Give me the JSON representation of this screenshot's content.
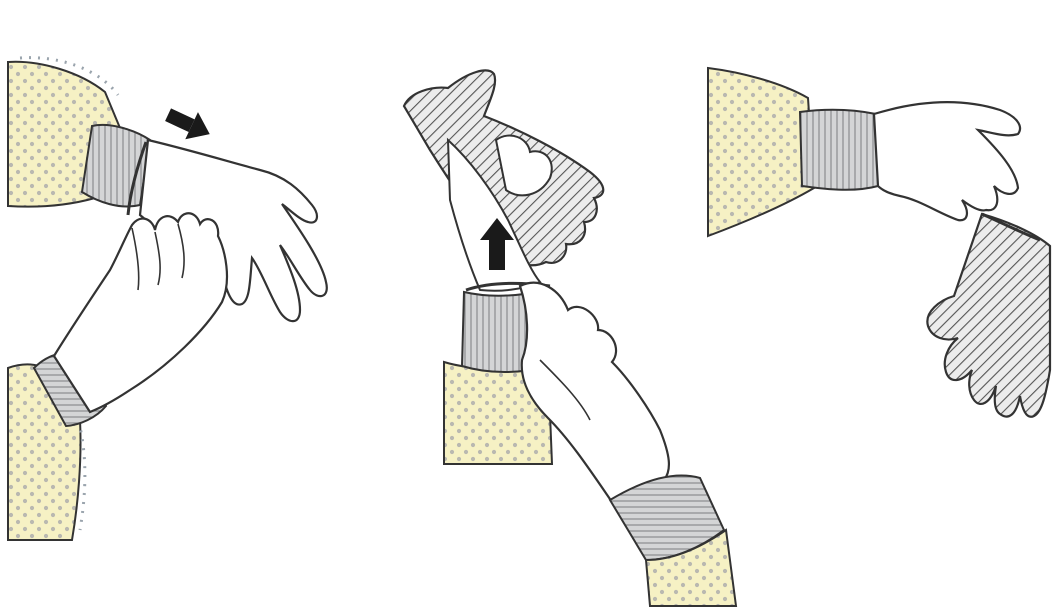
{
  "illustration": {
    "steps": [
      {
        "id": "step-1",
        "arrow": "arrow-right-down-icon"
      },
      {
        "id": "step-2",
        "arrow": "arrow-up-icon"
      },
      {
        "id": "step-3",
        "arrow": ""
      }
    ]
  },
  "colors": {
    "sleeve_fill": "#f6f1c4",
    "sleeve_dots": "#b9b8b0",
    "cuff_fill": "#d4d5d6",
    "glove_fill": "#ffffff",
    "glove_inside_out": "#cfcfcf",
    "outline": "#333333",
    "arrow": "#1a1a1a"
  }
}
